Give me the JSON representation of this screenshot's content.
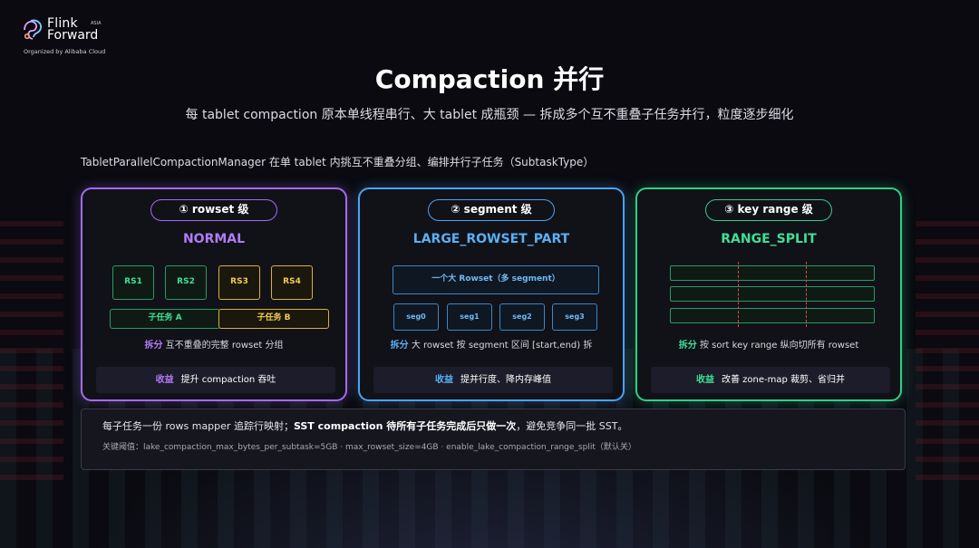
{
  "logo": {
    "brand_line1": "Flink",
    "brand_line2": "Forward",
    "region": "ASIA",
    "organizer": "Organized by Alibaba Cloud"
  },
  "title": "Compaction 并行",
  "subtitle": "每 tablet compaction 原本单线程串行、大 tablet 成瓶颈 — 拆成多个互不重叠子任务并行，粒度逐步细化",
  "intro": "TabletParallelCompactionManager 在单 tablet 内挑互不重叠分组、编排并行子任务（SubtaskType）",
  "cards": [
    {
      "pill": "① rowset 级",
      "type": "NORMAL",
      "rowsets": [
        "RS1",
        "RS2",
        "RS3",
        "RS4"
      ],
      "subtasks": [
        "子任务 A",
        "子任务 B"
      ],
      "split_label": "拆分",
      "split_text": "互不重叠的完整 rowset 分组",
      "gain_label": "收益",
      "gain_text": "提升 compaction 吞吐"
    },
    {
      "pill": "② segment 级",
      "type": "LARGE_ROWSET_PART",
      "big_rowset": "一个大 Rowset（多 segment）",
      "segments": [
        "seg0",
        "seg1",
        "seg2",
        "seg3"
      ],
      "split_label": "拆分",
      "split_text": "大 rowset 按 segment 区间 [start,end) 拆",
      "gain_label": "收益",
      "gain_text": "提并行度、降内存峰值"
    },
    {
      "pill": "③ key range 级",
      "type": "RANGE_SPLIT",
      "split_label": "拆分",
      "split_text": "按 sort key range 纵向切所有 rowset",
      "gain_label": "收益",
      "gain_text": "改善 zone-map 裁剪、省归并"
    }
  ],
  "note": {
    "line1_a": "每子任务一份 rows mapper 追踪行映射；",
    "line1_b": "SST compaction 待所有子任务完成后只做一次",
    "line1_c": "，避免竞争同一批 SST。",
    "line2": "关键阈值：lake_compaction_max_bytes_per_subtask=5GB · max_rowset_size=4GB · enable_lake_compaction_range_split（默认关）"
  },
  "colors": {
    "rowset": "#a36bf0",
    "segment": "#4aa3f0",
    "keyrange": "#2ecf86",
    "accent_yellow": "#d9b23c",
    "split_line": "#e04848"
  }
}
